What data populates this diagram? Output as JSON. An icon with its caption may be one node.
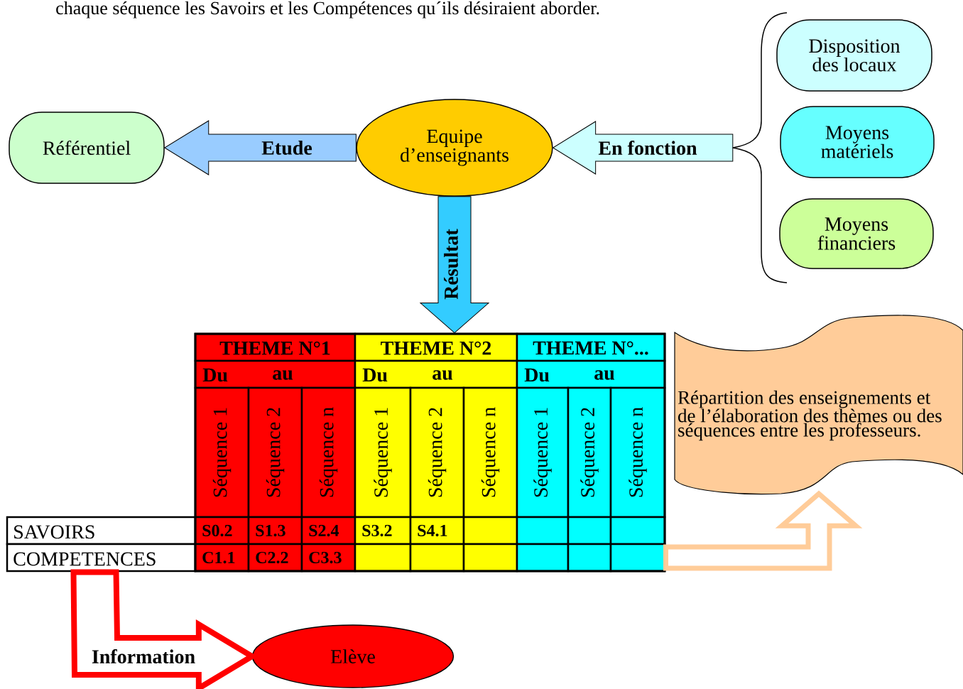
{
  "diagram": {
    "nodes": [
      {
        "text": [
          "Référentiel"
        ]
      },
      {
        "text": [
          "Equipe d’enseignants"
        ]
      },
      {
        "text": [],
        "shape": "brace"
      },
      {
        "text": [
          "Disposition des locaux"
        ]
      },
      {
        "text": [
          "Moyens matériels"
        ]
      },
      {
        "text": [
          "Moyens financiers"
        ]
      },
      {
        "text": [],
        "shape": "table"
      },
      {
        "text": [
          "Répartition des enseignements et de l’élaboration des thèmes ou des séquences entre les professeurs."
        ]
      },
      {
        "text": [
          "Elève"
        ]
      }
    ],
    "edges": [
      {
        "from": 1,
        "to": 0,
        "arrow": "to",
        "label": "Etude",
        "color": "#99ccff"
      },
      {
        "from": 2,
        "to": 1,
        "arrow": "to",
        "label": "En fonction",
        "color": "#ccffff"
      },
      {
        "from": 1,
        "to": 6,
        "arrow": "to",
        "label": "Résultat",
        "color": "#33ccff"
      },
      {
        "from": 6,
        "to": 8,
        "arrow": "to",
        "label": "Information",
        "color": "#ff0000"
      },
      {
        "from": 6,
        "to": 7,
        "arrow": "to",
        "color": "#ffcc99"
      }
    ],
    "labels": [
      "chaque séquence les Savoirs et les Compétences qu´ils désiraient aborder.",
      "THEME N°1",
      "THEME N°2",
      "THEME N°...",
      "Du",
      "au",
      "Du",
      "au",
      "Du",
      "au",
      "Séquence 1",
      "Séquence 2",
      "Séquence n",
      "Séquence 1",
      "Séquence 2",
      "Séquence n",
      "Séquence 1",
      "Séquence 2",
      "Séquence n",
      "SAVOIRS",
      "S0.2",
      "S1.3",
      "S2.4",
      "S3.2",
      "S4.1",
      "COMPETENCES",
      "C1.1",
      "C2.2",
      "C3.3"
    ]
  }
}
